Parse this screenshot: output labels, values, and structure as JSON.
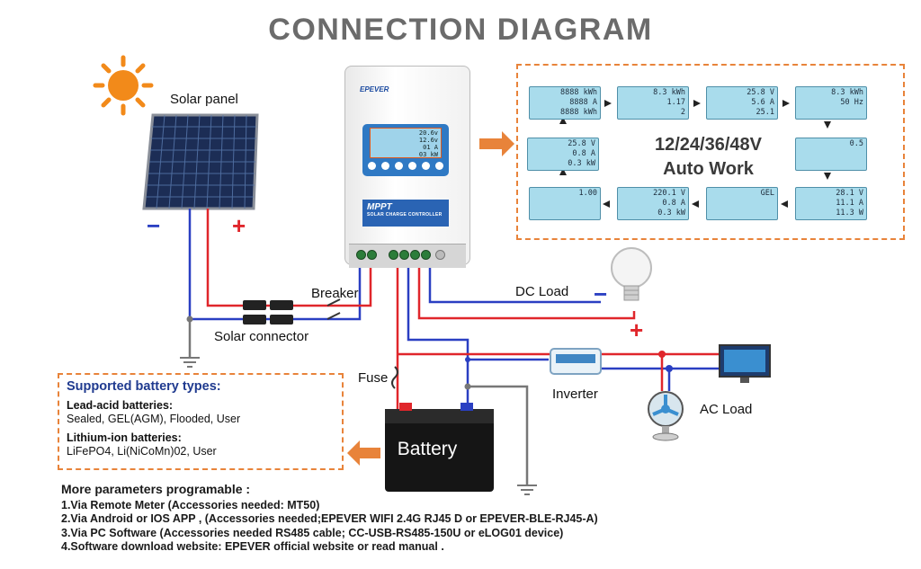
{
  "title": "CONNECTION DIAGRAM",
  "labels": {
    "solar_panel": "Solar panel",
    "minus": "−",
    "plus": "+",
    "breaker": "Breaker",
    "solar_connector": "Solar connector",
    "dc_load": "DC Load",
    "fuse": "Fuse",
    "inverter": "Inverter",
    "ac_load": "AC Load",
    "battery": "Battery"
  },
  "controller": {
    "brand": "EPEVER",
    "model": "MPPT",
    "subtitle": "SOLAR CHARGE CONTROLLER",
    "lcd_lines": [
      "20.6v",
      "12.6v",
      "01 A",
      "03 kW"
    ]
  },
  "screens": [
    {
      "lines": [
        "8888 kWh",
        "8888 A",
        "8888 kWh"
      ]
    },
    {
      "lines": [
        "8.3 kWh",
        "1.17",
        "2"
      ]
    },
    {
      "lines": [
        "25.8 V",
        "5.6 A",
        "25.1"
      ]
    },
    {
      "lines": [
        "8.3 kWh",
        "50 Hz",
        ""
      ]
    },
    {
      "lines": [
        "25.8 V",
        "0.8 A",
        "0.3 kW"
      ]
    },
    {
      "lines": [
        "0.5",
        "",
        ""
      ]
    },
    {
      "lines": [
        "1.00",
        "",
        ""
      ]
    },
    {
      "lines": [
        "220.1 V",
        "0.8 A",
        "0.3 kW"
      ]
    },
    {
      "lines": [
        "GEL",
        "",
        ""
      ]
    },
    {
      "lines": [
        "28.1 V",
        "11.1 A",
        "11.3 W"
      ]
    }
  ],
  "auto_work": {
    "line1": "12/24/36/48V",
    "line2": "Auto Work"
  },
  "battery_types": {
    "heading": "Supported battery types:",
    "lead_acid_heading": "Lead-acid batteries:",
    "lead_acid_list": "Sealed, GEL(AGM), Flooded,  User",
    "lithium_heading": "Lithium-ion batteries:",
    "lithium_list": "LiFePO4, Li(NiCoMn)02, User"
  },
  "params": {
    "heading": "More parameters programable :",
    "items": [
      "1.Via Remote Meter (Accessories needed: MT50)",
      "2.Via Android or IOS APP , (Accessories needed;EPEVER WIFI 2.4G RJ45 D or EPEVER-BLE-RJ45-A)",
      "3.Via PC Software (Accessories needed RS485 cable; CC-USB-RS485-150U or eLOG01 device)",
      "4.Software download website: EPEVER official website or read manual ."
    ]
  },
  "colors": {
    "accent": "#e8833a",
    "positive": "#e0262b",
    "negative": "#2a3fc2",
    "ground": "#777777",
    "title": "#6b6b6b"
  }
}
